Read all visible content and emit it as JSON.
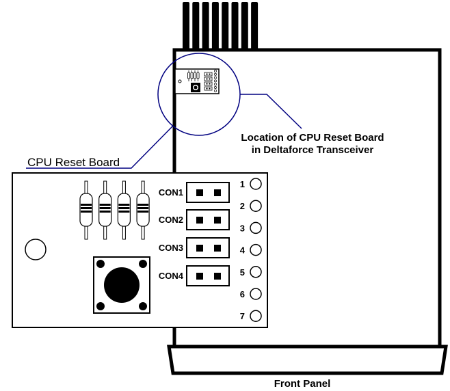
{
  "diagram": {
    "colors": {
      "ink": "#000000",
      "callout": "#000080",
      "background": "#ffffff"
    },
    "labels": {
      "board_title": "CPU Reset Board",
      "location_line1": "Location of CPU Reset Board",
      "location_line2": "in Deltaforce Transceiver",
      "front_panel": "Front Panel"
    },
    "connectors": [
      {
        "label": "CON1"
      },
      {
        "label": "CON2"
      },
      {
        "label": "CON3"
      },
      {
        "label": "CON4"
      }
    ],
    "pins": [
      "1",
      "2",
      "3",
      "4",
      "5",
      "6",
      "7"
    ],
    "components": {
      "resistor_count": 4,
      "heatsink_fin_count": 8,
      "reset_button": "push-button",
      "mounting_hole": "hole"
    }
  }
}
